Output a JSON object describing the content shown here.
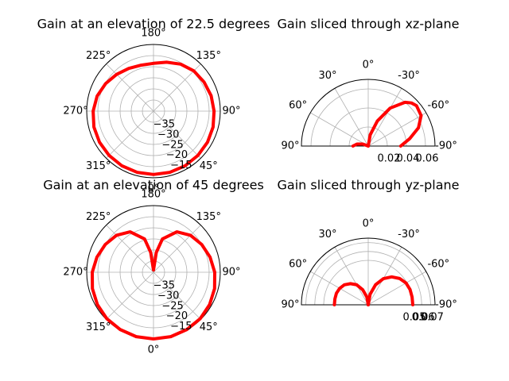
{
  "chart_data": [
    {
      "type": "polar-line",
      "title": "Gain at an elevation of 22.5 degrees",
      "angle_labels": [
        "0°",
        "45°",
        "90°",
        "135°",
        "180°",
        "225°",
        "270°",
        "315°"
      ],
      "radial_labels": [
        "−35",
        "−30",
        "−25",
        "−20",
        "−15"
      ],
      "rlim": [
        -40,
        -10
      ],
      "series": [
        {
          "color": "#ff0000",
          "theta": [
            0,
            15,
            30,
            45,
            60,
            75,
            90,
            105,
            120,
            135,
            150,
            165,
            180,
            195,
            210,
            225,
            240,
            255,
            270,
            285,
            300,
            315,
            330,
            345,
            360
          ],
          "r": [
            -11.5,
            -11.5,
            -11.6,
            -11.8,
            -12.0,
            -12.3,
            -12.8,
            -13.2,
            -13.8,
            -14.4,
            -15.6,
            -17.2,
            -18.5,
            -18.6,
            -17.8,
            -16.6,
            -15.2,
            -13.8,
            -12.9,
            -12.3,
            -12.0,
            -11.8,
            -11.6,
            -11.5,
            -11.5
          ]
        }
      ]
    },
    {
      "type": "polar-line-half",
      "title": "Gain sliced through xz-plane",
      "angle_labels": [
        "90°",
        "60°",
        "30°",
        "0°",
        "-30°",
        "-60°",
        "-90°"
      ],
      "radial_labels": [
        "0.02",
        "0.04",
        "0.06"
      ],
      "rlim": [
        0,
        0.07
      ],
      "series": [
        {
          "color": "#ff0000",
          "theta": [
            0,
            -10,
            -20,
            -30,
            -40,
            -45,
            -50,
            -60,
            -70,
            -80,
            -90
          ],
          "r": [
            0.0,
            0.012,
            0.028,
            0.046,
            0.06,
            0.064,
            0.066,
            0.064,
            0.056,
            0.044,
            0.034
          ]
        },
        {
          "color": "#ff0000",
          "theta": [
            60,
            70,
            80,
            90
          ],
          "r": [
            0.0,
            0.006,
            0.012,
            0.016
          ]
        }
      ]
    },
    {
      "type": "polar-line",
      "title": "Gain at an elevation of 45 degrees",
      "angle_labels": [
        "0°",
        "45°",
        "90°",
        "135°",
        "180°",
        "225°",
        "270°",
        "315°"
      ],
      "radial_labels": [
        "−35",
        "−30",
        "−25",
        "−20",
        "−15"
      ],
      "rlim": [
        -40,
        -10
      ],
      "series": [
        {
          "color": "#ff0000",
          "theta": [
            0,
            15,
            30,
            45,
            60,
            75,
            90,
            105,
            120,
            135,
            150,
            165,
            172,
            180,
            188,
            195,
            210,
            225,
            240,
            255,
            270,
            285,
            300,
            315,
            330,
            345,
            360
          ],
          "r": [
            -10.0,
            -10.0,
            -10.2,
            -10.4,
            -10.9,
            -11.6,
            -12.5,
            -13.7,
            -15.0,
            -16.5,
            -19.0,
            -24.5,
            -31.0,
            -39.0,
            -31.0,
            -24.5,
            -19.0,
            -16.5,
            -15.0,
            -13.7,
            -12.5,
            -11.6,
            -10.9,
            -10.4,
            -10.2,
            -10.0,
            -10.0
          ]
        }
      ]
    },
    {
      "type": "polar-line-half",
      "title": "Gain sliced through yz-plane",
      "angle_labels": [
        "90°",
        "60°",
        "30°",
        "0°",
        "-30°",
        "-60°",
        "-90°"
      ],
      "radial_labels": [
        "0.05",
        "0.06",
        "0.07"
      ],
      "rlim": [
        0,
        0.075
      ],
      "series": [
        {
          "color": "#ff0000",
          "theta": [
            0,
            -10,
            -20,
            -30,
            -40,
            -50,
            -60,
            -70,
            -80,
            -90
          ],
          "r": [
            0.0,
            0.012,
            0.024,
            0.034,
            0.041,
            0.046,
            0.049,
            0.05,
            0.05,
            0.05
          ]
        },
        {
          "color": "#ff0000",
          "theta": [
            0,
            10,
            20,
            30,
            40,
            50,
            60,
            70,
            80,
            90
          ],
          "r": [
            0.0,
            0.009,
            0.018,
            0.026,
            0.031,
            0.035,
            0.037,
            0.038,
            0.038,
            0.038
          ]
        }
      ]
    }
  ]
}
